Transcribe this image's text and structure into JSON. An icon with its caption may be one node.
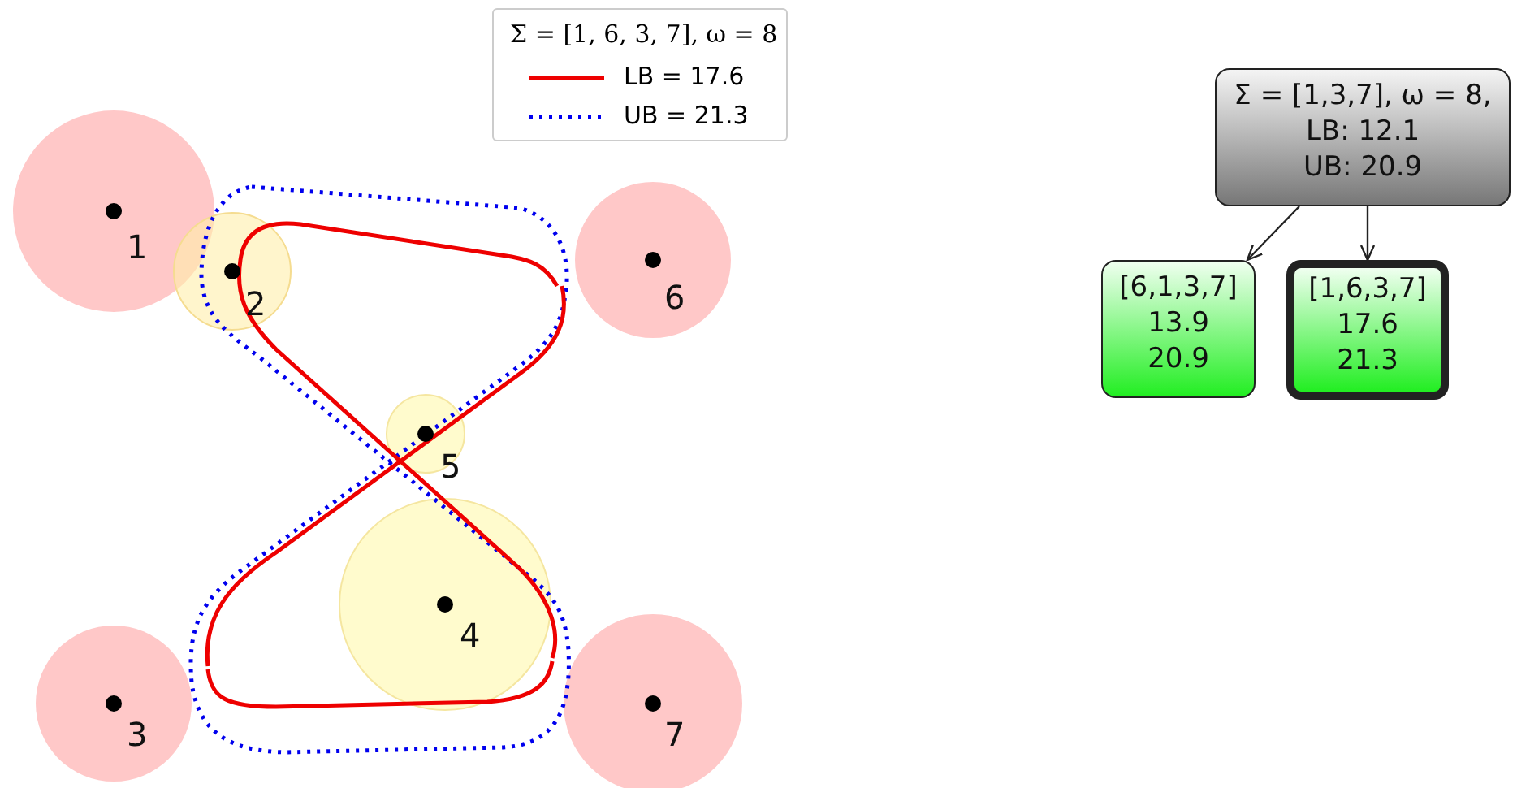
{
  "diagram": {
    "nodes": [
      {
        "text": [
          "Σ = [1,3,7], ω = 8,",
          "LB: 12.1",
          "UB: 20.9"
        ]
      },
      {
        "text": [
          "[6,1,3,7]",
          "13.9",
          "20.9"
        ]
      },
      {
        "text": [
          "[1,6,3,7]",
          "17.6",
          "21.3"
        ]
      }
    ],
    "edges": [
      {
        "from": 0,
        "to": 1,
        "arrow": "to"
      },
      {
        "from": 0,
        "to": 2,
        "arrow": "to"
      }
    ],
    "labels": [
      "Σ = [1, 6, 3, 7], ω = 8",
      "1",
      "2",
      "6",
      "5",
      "4",
      "3",
      "7"
    ],
    "legend": [
      {
        "text": "LB = 17.6"
      },
      {
        "text": "UB = 21.3"
      }
    ]
  }
}
